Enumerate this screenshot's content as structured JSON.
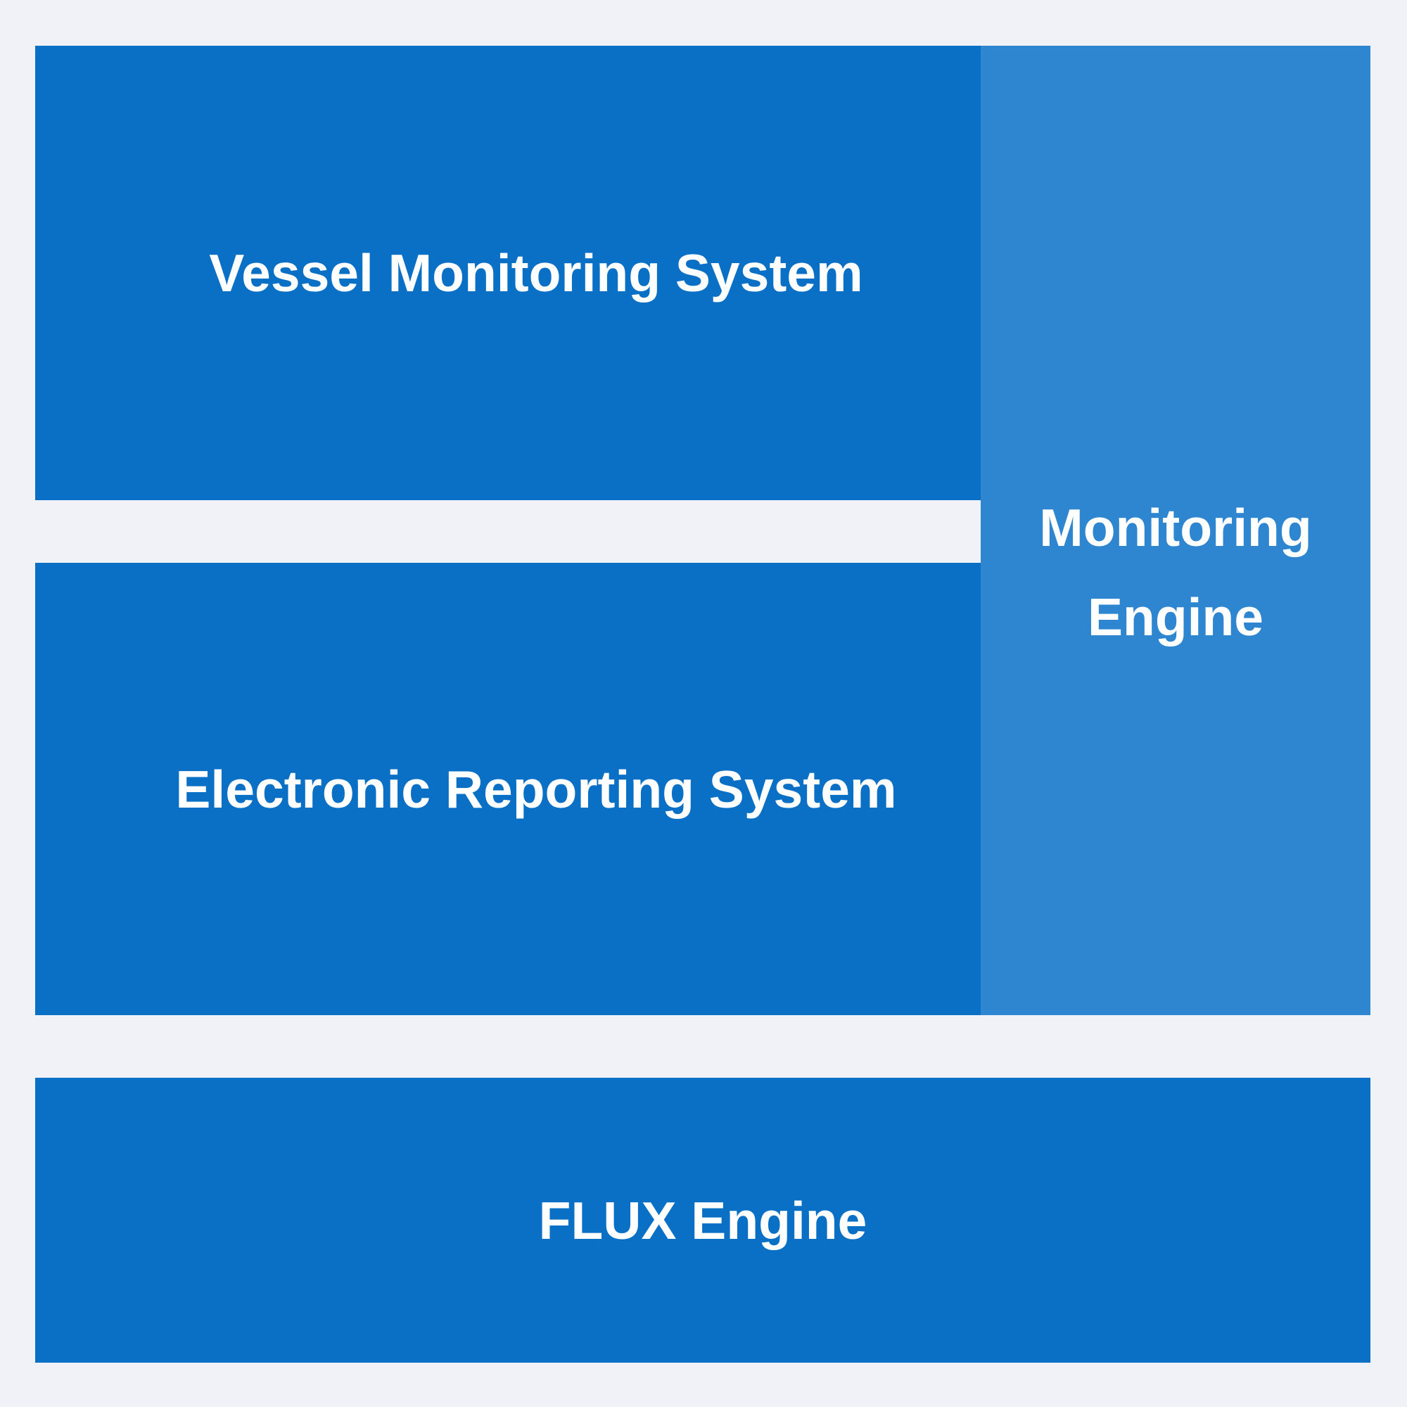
{
  "colors": {
    "primary-block": "#0a70c6",
    "secondary-block": "#2e86d1",
    "label-text": "#ffffff",
    "canvas-bg": "#f0f2f7"
  },
  "blocks": {
    "vessel_monitoring_system": {
      "label": "Vessel Monitoring System"
    },
    "electronic_reporting_system": {
      "label": "Electronic Reporting System"
    },
    "monitoring_engine": {
      "label": "Monitoring Engine"
    },
    "flux_engine": {
      "label": "FLUX Engine"
    }
  }
}
